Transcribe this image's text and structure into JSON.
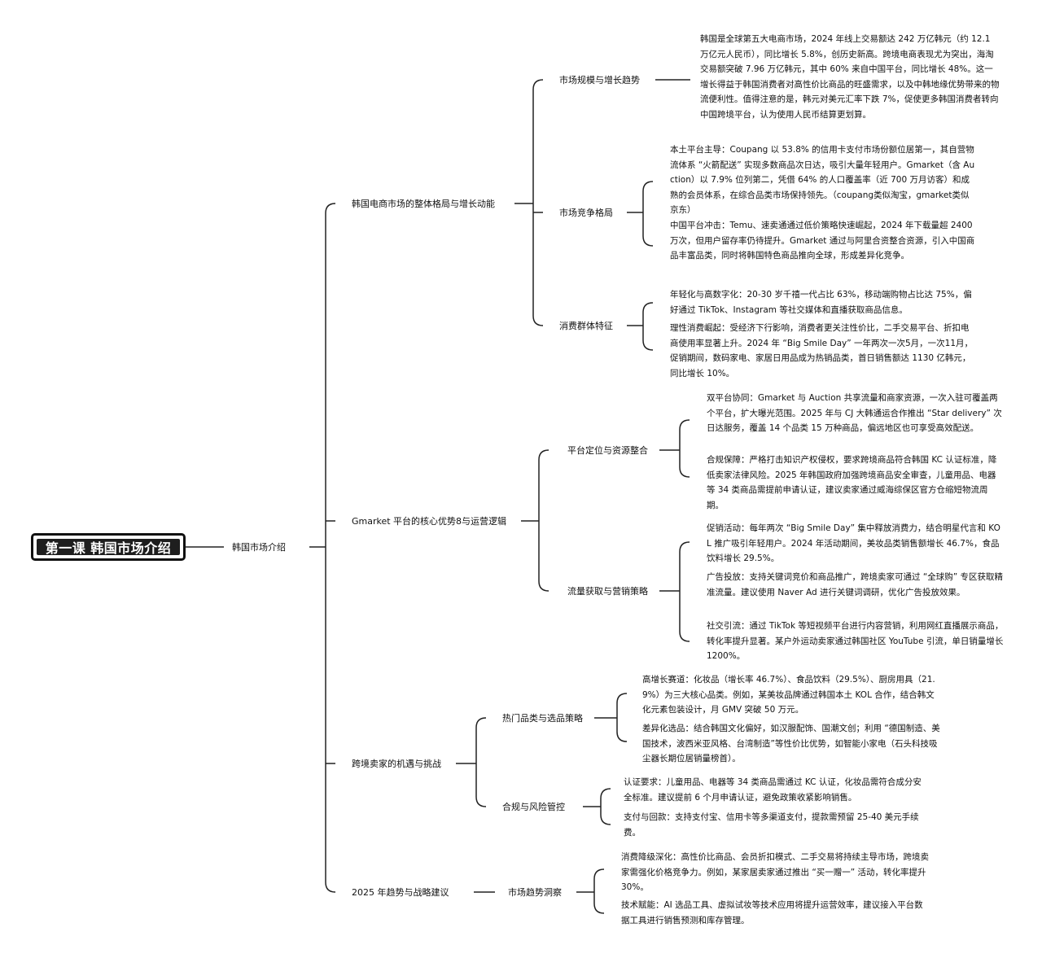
{
  "root": {
    "title": "第一课 韩国市场介绍"
  },
  "level1": {
    "title": "韩国市场介绍"
  },
  "sections": [
    {
      "title": "韩国电商市场的整体格局与增长动能",
      "topics": [
        {
          "title": "市场规模与增长趋势",
          "notes": [
            "韩国是全球第五大电商市场，2024 年线上交易额达 242 万亿韩元（约 12.1 万亿元人民币），同比增长 5.8%，创历史新高。跨境电商表现尤为突出，海淘交易额突破 7.96 万亿韩元，其中 60% 来自中国平台，同比增长 48%。这一增长得益于韩国消费者对高性价比商品的旺盛需求，以及中韩地缘优势带来的物流便利性。值得注意的是，韩元对美元汇率下跌 7%，促使更多韩国消费者转向中国跨境平台，认为使用人民币结算更划算。"
          ]
        },
        {
          "title": "市场竞争格局",
          "notes": [
            "本土平台主导：Coupang 以 53.8% 的信用卡支付市场份额位居第一，其自营物流体系 “火箭配送” 实现多数商品次日达，吸引大量年轻用户。Gmarket（含 Auction）以 7.9% 位列第二，凭借 64% 的人口覆盖率（近 700 万月访客）和成熟的会员体系，在综合品类市场保持领先。（coupang类似淘宝，gmarket类似京东）",
            "中国平台冲击：Temu、速卖通通过低价策略快速崛起，2024 年下载量超 2400 万次，但用户留存率仍待提升。Gmarket 通过与阿里合资整合资源，引入中国商品丰富品类，同时将韩国特色商品推向全球，形成差异化竞争。"
          ]
        },
        {
          "title": "消费群体特征",
          "notes": [
            "年轻化与高数字化：20-30 岁千禧一代占比 63%，移动端购物占比达 75%，偏好通过 TikTok、Instagram 等社交媒体和直播获取商品信息。",
            "理性消费崛起：受经济下行影响，消费者更关注性价比，二手交易平台、折扣电商使用率显著上升。2024 年 “Big Smile Day” 一年两次一次5月，一次11月，促销期间，数码家电、家居日用品成为热销品类，首日销售额达 1130 亿韩元，同比增长 10%。"
          ]
        }
      ]
    },
    {
      "title": "Gmarket 平台的核心优势8与运营逻辑",
      "topics": [
        {
          "title": "平台定位与资源整合",
          "notes": [
            "双平台协同：Gmarket 与 Auction 共享流量和商家资源，一次入驻可覆盖两个平台，扩大曝光范围。2025 年与 CJ 大韩通运合作推出 “Star delivery” 次日达服务，覆盖 14 个品类 15 万种商品，偏远地区也可享受高效配送。",
            "合规保障：严格打击知识产权侵权，要求跨境商品符合韩国 KC 认证标准，降低卖家法律风险。2025 年韩国政府加强跨境商品安全审查，儿童用品、电器等 34 类商品需提前申请认证，建议卖家通过威海综保区官方仓缩短物流周期。"
          ]
        },
        {
          "title": "流量获取与营销策略",
          "notes": [
            "促销活动：每年两次 “Big Smile Day” 集中释放消费力，结合明星代言和 KOL 推广吸引年轻用户。2024 年活动期间，美妆品类销售额增长 46.7%，食品饮料增长 29.5%。",
            "广告投放：支持关键词竞价和商品推广，跨境卖家可通过 “全球购” 专区获取精准流量。建议使用 Naver Ad 进行关键词调研，优化广告投放效果。",
            "社交引流：通过 TikTok 等短视频平台进行内容营销，利用网红直播展示商品，转化率提升显著。某户外运动卖家通过韩国社区 YouTube 引流，单日销量增长 1200%。"
          ]
        }
      ]
    },
    {
      "title": "跨境卖家的机遇与挑战",
      "topics": [
        {
          "title": "热门品类与选品策略",
          "notes": [
            "高增长赛道：化妆品（增长率 46.7%）、食品饮料（29.5%）、厨房用具（21.9%）为三大核心品类。例如，某美妆品牌通过韩国本土 KOL 合作，结合韩文化元素包装设计，月 GMV 突破 50 万元。",
            "差异化选品：结合韩国文化偏好，如汉服配饰、国潮文创；利用 “德国制造、美国技术，波西米亚风格、台湾制造”等性价比优势，如智能小家电（石头科技吸尘器长期位居销量榜首）。"
          ]
        },
        {
          "title": "合规与风险管控",
          "notes": [
            "认证要求：儿童用品、电器等 34 类商品需通过 KC 认证，化妆品需符合成分安全标准。建议提前 6 个月申请认证，避免政策收紧影响销售。",
            "支付与回款：支持支付宝、信用卡等多渠道支付，提款需预留 25-40 美元手续费。"
          ]
        }
      ]
    },
    {
      "title": "2025 年趋势与战略建议",
      "topics": [
        {
          "title": "市场趋势洞察",
          "notes": [
            "消费降级深化：高性价比商品、会员折扣模式、二手交易将持续主导市场，跨境卖家需强化价格竞争力。例如，某家居卖家通过推出 “买一赠一” 活动，转化率提升 30%。",
            "技术赋能：AI 选品工具、虚拟试妆等技术应用将提升运营效率，建议接入平台数据工具进行销售预测和库存管理。"
          ]
        }
      ]
    }
  ]
}
